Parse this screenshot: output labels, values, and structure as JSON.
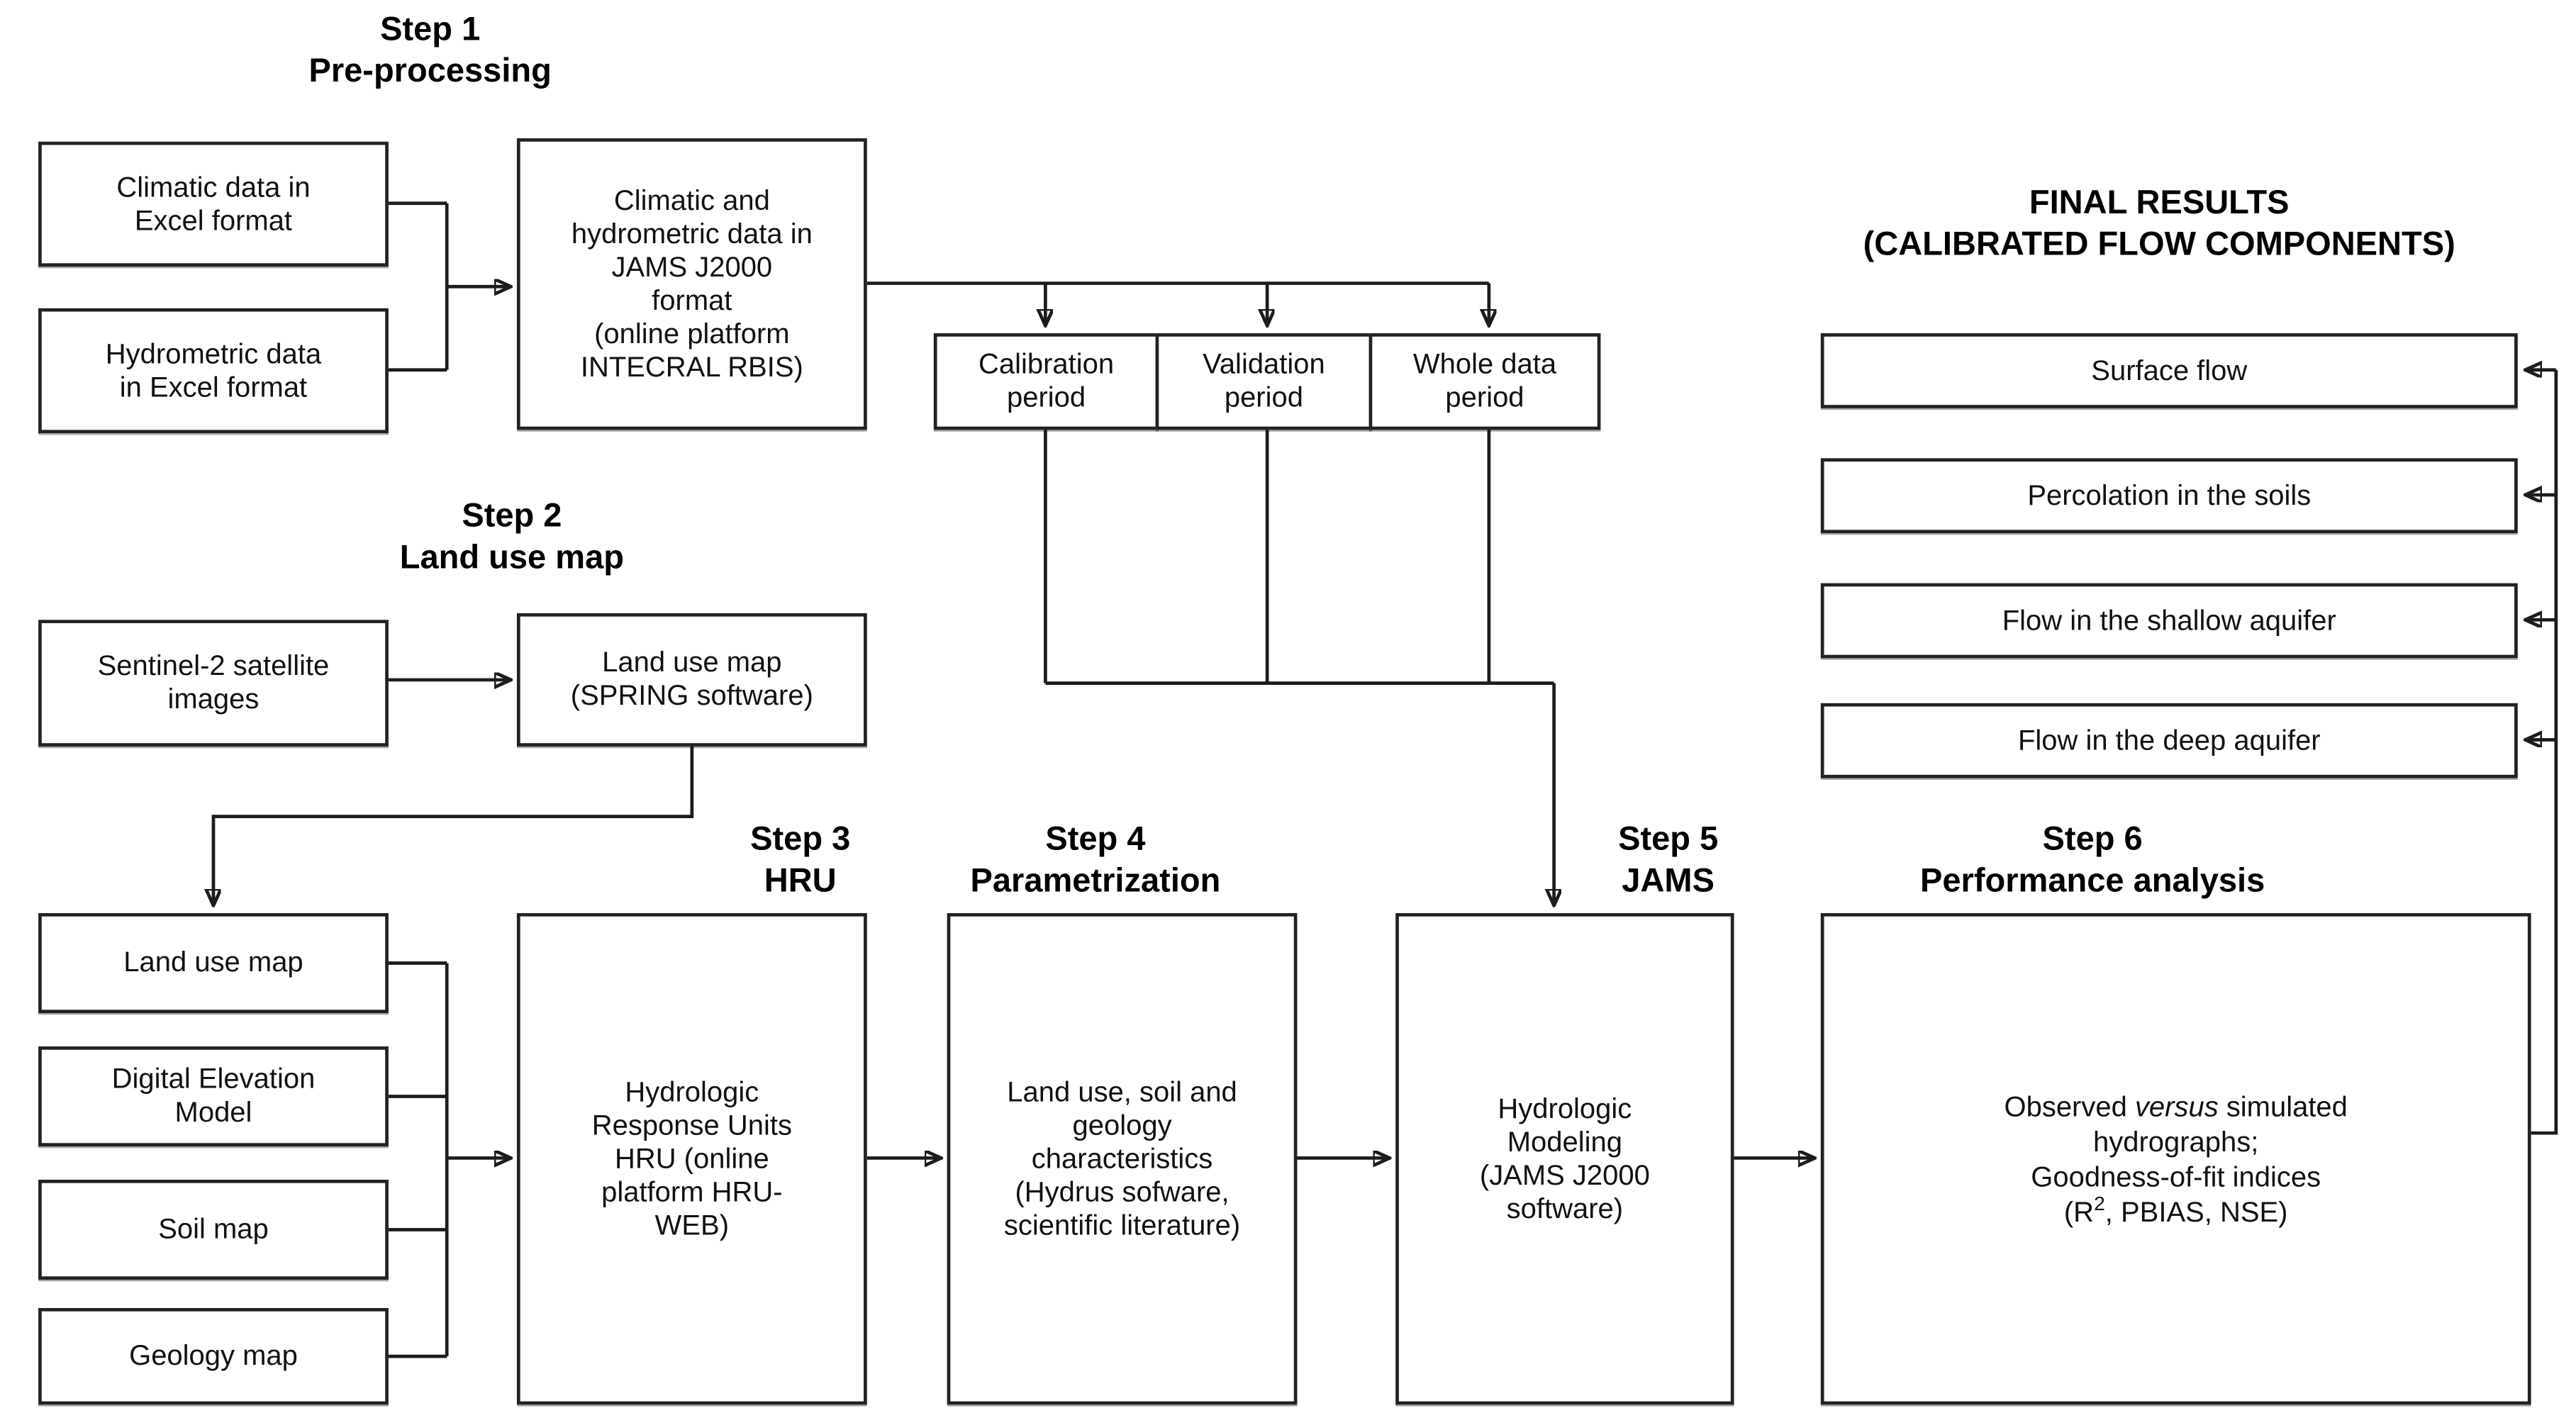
{
  "figure": {
    "type": "flowchart",
    "background": "#ffffff",
    "line_color": "#1c1c1c",
    "box_border_color": "#222222",
    "text_color": "#111111"
  },
  "steps": {
    "step1": {
      "title": "Step 1",
      "subtitle": "Pre-processing"
    },
    "step2": {
      "title": "Step 2",
      "subtitle": "Land use map"
    },
    "step3": {
      "title": "Step 3",
      "subtitle": "HRU"
    },
    "step4": {
      "title": "Step 4",
      "subtitle": "Parametrization"
    },
    "step5": {
      "title": "Step 5",
      "subtitle": "JAMS"
    },
    "step6": {
      "title": "Step 6",
      "subtitle": "Performance analysis"
    }
  },
  "boxes": {
    "climatic": "Climatic data in\nExcel format",
    "hydrometric": "Hydrometric data\nin Excel format",
    "jams_format": "Climatic and\nhydrometric data in\nJAMS J2000\nformat\n(online platform\nINTECRAL RBIS)",
    "calibration": "Calibration\nperiod",
    "validation": "Validation\nperiod",
    "whole_data": "Whole data\nperiod",
    "sentinel": "Sentinel-2 satellite\nimages",
    "landuse_spring": "Land use map\n(SPRING software)",
    "landuse_map": "Land use map",
    "dem": "Digital Elevation\nModel",
    "soil_map": "Soil map",
    "geology_map": "Geology map",
    "hru": "Hydrologic\nResponse Units\nHRU (online\nplatform HRU-\nWEB)",
    "parametrization": "Land use, soil and\ngeology\ncharacteristics\n(Hydrus sofware,\nscientific literature)",
    "jams_modeling": "Hydrologic\nModeling\n(JAMS J2000\nsoftware)",
    "performance": {
      "line1_pre": "Observed ",
      "line1_italic": "versus",
      "line1_post": " simulated",
      "line2": "hydrographs;",
      "line3": "Goodness-of-fit indices",
      "line4_pre": "(R",
      "line4_sup": "2",
      "line4_post": ", PBIAS, NSE)"
    }
  },
  "final_results": {
    "title_line1": "FINAL RESULTS",
    "title_line2": "(CALIBRATED FLOW COMPONENTS)",
    "items": [
      "Surface flow",
      "Percolation in the soils",
      "Flow in the shallow aquifer",
      "Flow in the deep aquifer"
    ]
  }
}
